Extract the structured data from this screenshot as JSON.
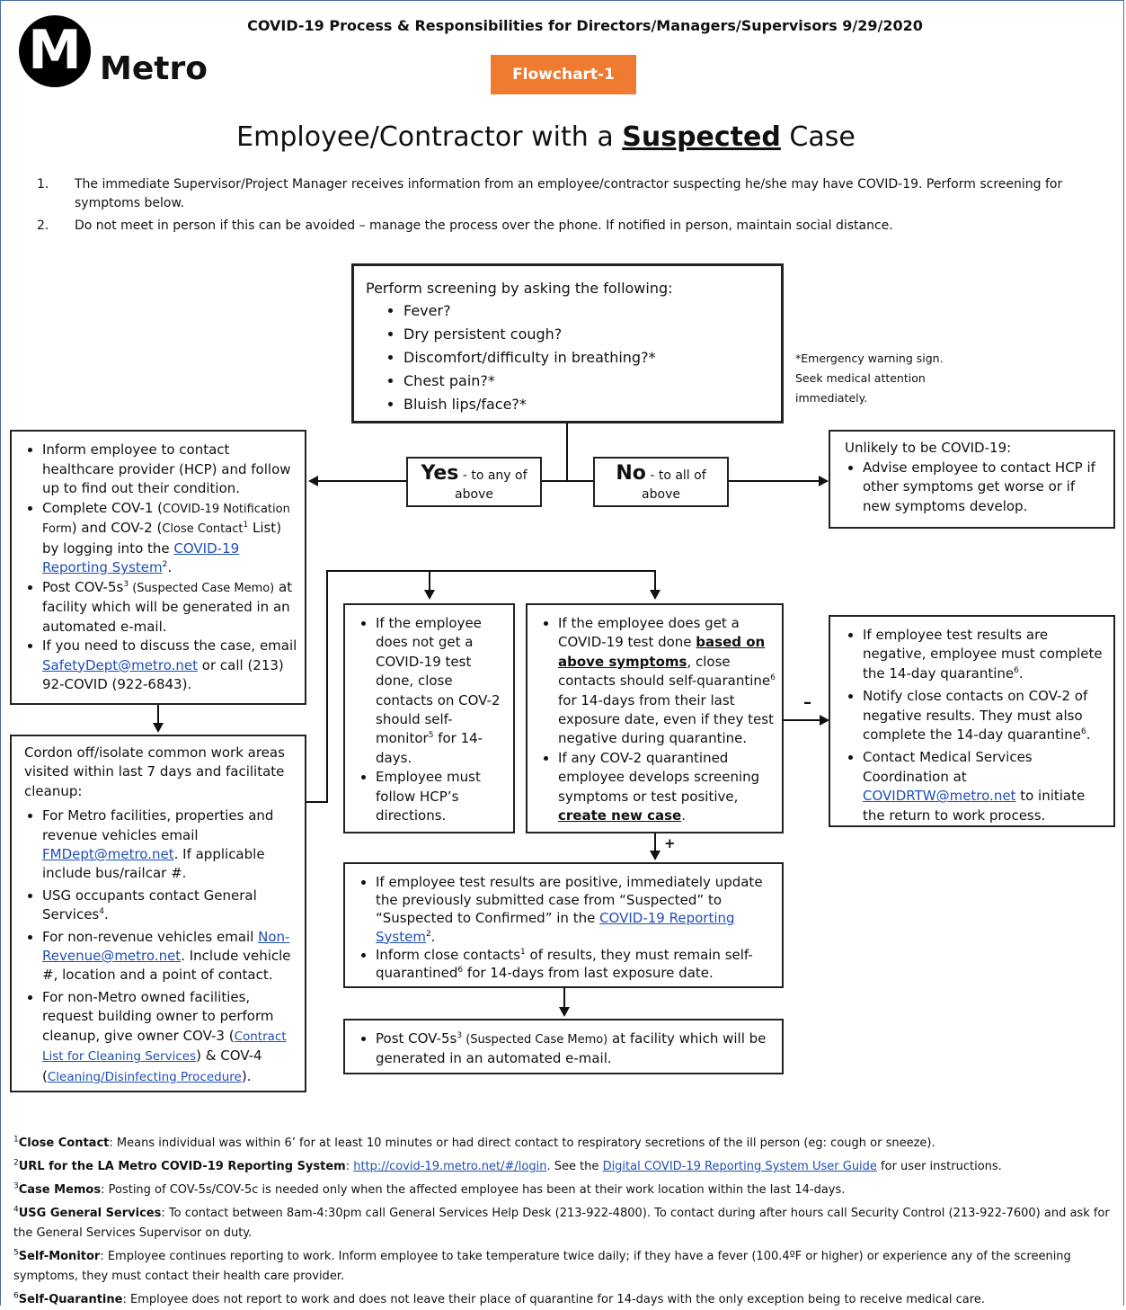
{
  "header": {
    "logo_letter": "M",
    "logo_text": "Metro",
    "doc_title": "COVID-19 Process & Responsibilities for Directors/Managers/Supervisors 9/29/2020",
    "badge": "Flowchart-1",
    "badge_color": "#ee7b30",
    "heading_pre": "Employee/Contractor with a ",
    "heading_em": "Suspected",
    "heading_post": " Case"
  },
  "intro": [
    {
      "num": "1.",
      "text": "The immediate Supervisor/Project Manager receives information from an employee/contractor suspecting he/she may have COVID-19. Perform screening for symptoms below."
    },
    {
      "num": "2.",
      "text": "Do not meet in person if this can be avoided – manage the process over the phone. If notified in person, maintain social distance."
    }
  ],
  "screening": {
    "title": "Perform screening by asking the following:",
    "items": [
      "Fever?",
      "Dry persistent cough?",
      "Discomfort/difficulty in breathing?*",
      "Chest pain?*",
      "Bluish lips/face?*"
    ]
  },
  "emergency_note": "*Emergency warning sign. Seek medical attention immediately.",
  "yes_box": {
    "big": "Yes",
    "small": " - to any of above"
  },
  "no_box": {
    "big": "No",
    "small": " - to all of above"
  },
  "unlikely": {
    "title": "Unlikely to be COVID-19:",
    "item": "Advise employee to contact HCP if other symptoms get worse or if new symptoms develop."
  },
  "inform_box": {
    "i1": "Inform employee to contact healthcare provider (HCP) and follow up to find out their condition.",
    "i2a": "Complete COV-1 (",
    "i2b": "COVID-19 Notification Form",
    "i2c": ") and COV-2 (",
    "i2d": "Close Contact",
    "i2e": " List) by logging into the ",
    "i2link": "COVID-19 Reporting System",
    "i2f": ".",
    "i3a": "Post COV-5s",
    "i3b": " (Suspected Case Memo)",
    "i3c": " at facility which will be generated in an automated e-mail.",
    "i4a": "If you need to discuss the case, email ",
    "i4link": "SafetyDept@metro.net",
    "i4b": " or call (213) 92-COVID (922-6843)."
  },
  "cordon_box": {
    "intro": "Cordon off/isolate common work areas visited within last 7 days and facilitate cleanup:",
    "c1a": "For Metro facilities, properties and revenue vehicles email ",
    "c1link": "FMDept@metro.net",
    "c1b": ". If applicable include bus/railcar #.",
    "c2a": "USG occupants contact General Services",
    "c2b": ".",
    "c3a": "For non-revenue vehicles email ",
    "c3link": "Non-Revenue@metro.net",
    "c3b": ". Include vehicle #, location and a point of contact.",
    "c4a": "For non-Metro owned facilities, request building owner to perform cleanup, give owner COV-3 (",
    "c4link1": "Contract List for Cleaning Services",
    "c4b": ") & COV-4 (",
    "c4link2": "Cleaning/Disinfecting Procedure",
    "c4c": ")."
  },
  "no_test_box": {
    "n1a": "If the employee does not get a COVID-19 test done, close contacts on COV-2 should self-monitor",
    "n1b": " for 14-days.",
    "n2": "Employee must follow HCP’s directions."
  },
  "test_box": {
    "t1a": "If the employee does get a COVID-19 test done ",
    "t1bold": "based on above symptoms",
    "t1b": ", close contacts should self-quarantine",
    "t1c": " for 14-days from their last exposure date, even if they test negative during quarantine.",
    "t2a": "If any COV-2 quarantined employee develops screening symptoms or test positive, ",
    "t2bold": "create new case",
    "t2b": "."
  },
  "minus_label": "–",
  "plus_label": "+",
  "negative_box": {
    "g1a": "If employee test results are negative, employee must complete the 14-day quarantine",
    "g1b": ".",
    "g2a": "Notify close contacts on COV-2 of negative results. They must also complete the 14-day quarantine",
    "g2b": ".",
    "g3a": "Contact Medical Services Coordination at ",
    "g3link": "COVIDRTW@metro.net",
    "g3b": " to initiate the return to work process."
  },
  "positive_box": {
    "p1a": "If employee test results are positive, immediately update the previously submitted case from “Suspected” to “Suspected to Confirmed” in the ",
    "p1link": "COVID-19 Reporting System",
    "p1b": ".",
    "p2a": "Inform close contacts",
    "p2b": " of results, they must remain self-quarantined",
    "p2c": " for 14-days from last exposure date."
  },
  "post_box": {
    "a": "Post COV-5s",
    "b": " (Suspected Case Memo)",
    "c": " at facility which will be generated in an automated e-mail."
  },
  "sups": {
    "s1": "1",
    "s2": "2",
    "s3": "3",
    "s4": "4",
    "s5": "5",
    "s6": "6"
  },
  "footnotes": {
    "f1n": "1",
    "f1b": "Close Contact",
    "f1": ": Means individual was within 6’ for at least 10 minutes or had direct contact to respiratory secretions of the ill person (eg: cough or sneeze).",
    "f2n": "2",
    "f2b": "URL for the LA Metro COVID-19 Reporting System",
    "f2a": ": ",
    "f2link": "http://covid-19.metro.net/#/login",
    "f2c": ". See the ",
    "f2link2": "Digital COVID-19 Reporting System User Guide",
    "f2d": " for user instructions.",
    "f3n": "3",
    "f3b": "Case Memos",
    "f3": ": Posting of COV-5s/COV-5c is needed only when the affected employee has been at their work location within the last 14-days.",
    "f4n": "4",
    "f4b": "USG General Services",
    "f4": ": To contact between 8am-4:30pm call General Services Help Desk (213-922-4800). To contact during after hours call Security Control (213-922-7600) and ask for the General Services Supervisor on duty.",
    "f5n": "5",
    "f5b": "Self-Monitor",
    "f5": ": Employee continues reporting to work. Inform employee to take temperature twice daily; if they have a fever (100.4ºF or higher) or experience any of the screening symptoms, they must contact their health care provider.",
    "f6n": "6",
    "f6b": "Self-Quarantine",
    "f6": ": Employee does not report to work and does not leave their place of quarantine for 14-days with the only exception being to receive medical care."
  }
}
